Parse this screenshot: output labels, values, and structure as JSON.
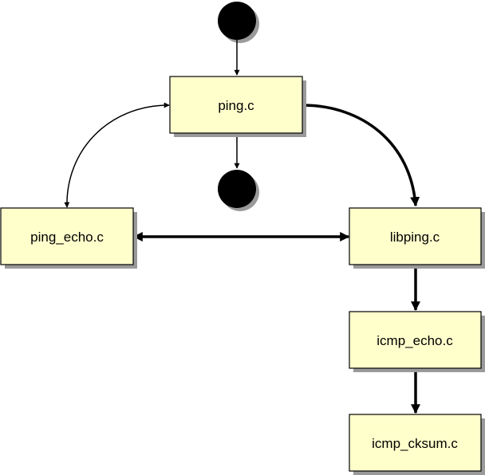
{
  "diagram": {
    "type": "call-graph",
    "colors": {
      "node_fill": "#ffffcc",
      "node_border": "#000000",
      "shadow": "#9a9a9a",
      "edge": "#000000",
      "terminal": "#000000"
    },
    "nodes": [
      {
        "id": "ping",
        "label": "ping.c"
      },
      {
        "id": "ping_echo",
        "label": "ping_echo.c"
      },
      {
        "id": "libping",
        "label": "libping.c"
      },
      {
        "id": "icmp_echo",
        "label": "icmp_echo.c"
      },
      {
        "id": "icmp_cksum",
        "label": "icmp_cksum.c"
      }
    ],
    "terminals": [
      {
        "id": "start",
        "kind": "initial"
      },
      {
        "id": "end",
        "kind": "final"
      }
    ],
    "edges": [
      {
        "from": "start",
        "to": "ping",
        "weight": "thin",
        "direction": "forward"
      },
      {
        "from": "ping",
        "to": "end",
        "weight": "thin",
        "direction": "forward"
      },
      {
        "from": "ping",
        "to": "ping_echo",
        "weight": "thin",
        "direction": "both"
      },
      {
        "from": "ping",
        "to": "libping",
        "weight": "thick",
        "direction": "forward"
      },
      {
        "from": "ping_echo",
        "to": "libping",
        "weight": "thick",
        "direction": "both"
      },
      {
        "from": "libping",
        "to": "icmp_echo",
        "weight": "thick",
        "direction": "forward"
      },
      {
        "from": "icmp_echo",
        "to": "icmp_cksum",
        "weight": "thick",
        "direction": "forward"
      }
    ]
  }
}
